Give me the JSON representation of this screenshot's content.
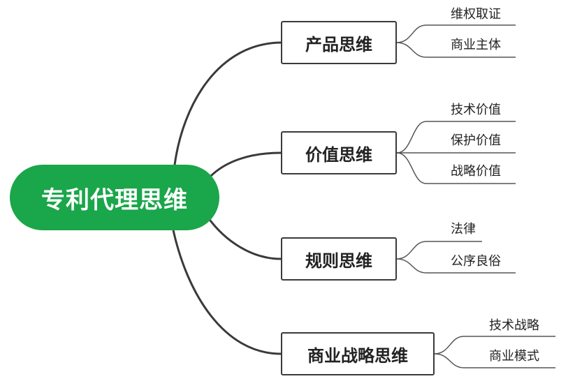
{
  "root": {
    "label": "专利代理思维",
    "color": "#1aa64a"
  },
  "branches": [
    {
      "label": "产品思维",
      "leaves": [
        "维权取证",
        "商业主体"
      ]
    },
    {
      "label": "价值思维",
      "leaves": [
        "技术价值",
        "保护价值",
        "战略价值"
      ]
    },
    {
      "label": "规则思维",
      "leaves": [
        "法律",
        "公序良俗"
      ]
    },
    {
      "label": "商业战略思维",
      "leaves": [
        "技术战略",
        "商业模式"
      ]
    }
  ],
  "colors": {
    "connector": "#3a3a3a",
    "node_border": "#3a3a3a",
    "leaf_line": "#555555"
  }
}
